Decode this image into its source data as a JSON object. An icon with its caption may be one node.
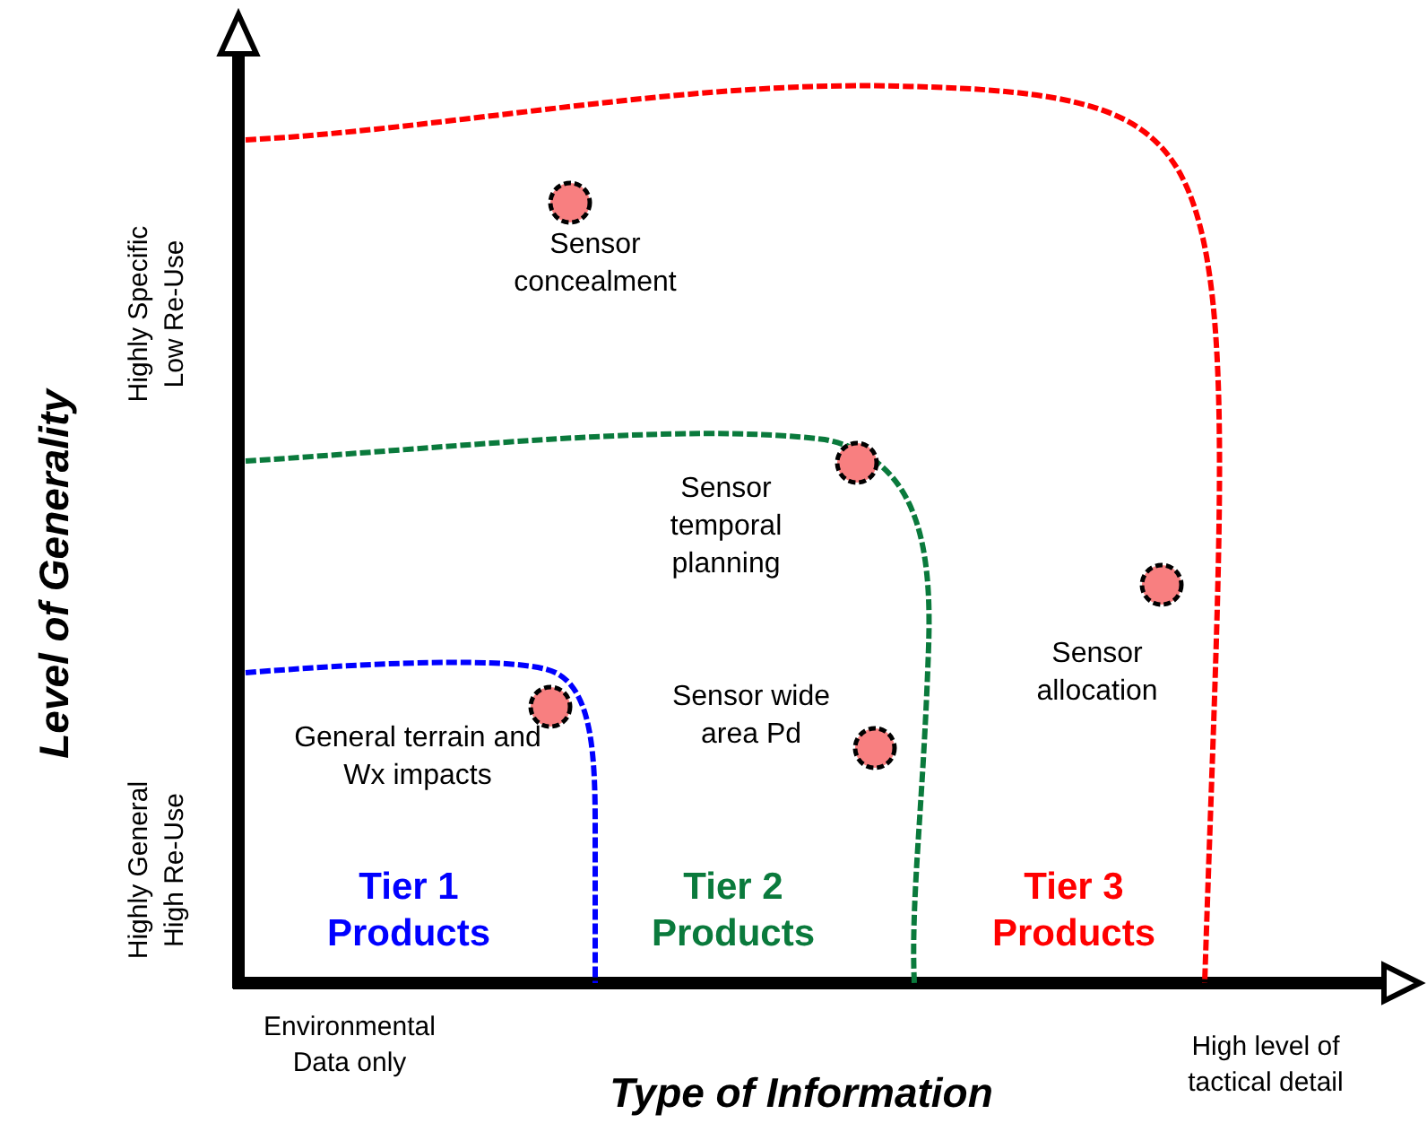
{
  "diagram": {
    "nodes": [
      {
        "text": [
          "Tier 3 Products"
        ]
      },
      {
        "text": [
          "Tier 2 Products"
        ],
        "in": 0
      },
      {
        "text": [
          "Tier 1 Products"
        ],
        "in": 1
      },
      {
        "text": [
          "Sensor concealment"
        ],
        "in": 0
      },
      {
        "text": [
          "Sensor temporal planning"
        ],
        "in": 1
      },
      {
        "text": [
          "Sensor allocation"
        ],
        "in": 0
      },
      {
        "text": [
          "Sensor wide area Pd"
        ],
        "in": 1
      },
      {
        "text": [
          "General terrain and Wx impacts"
        ],
        "in": 2
      }
    ],
    "labels": [
      "Level of Generality",
      "Highly Specific Low Re-Use",
      "Highly General High Re-Use",
      "Environmental Data only",
      "Type of Information",
      "High level of tactical detail"
    ]
  }
}
